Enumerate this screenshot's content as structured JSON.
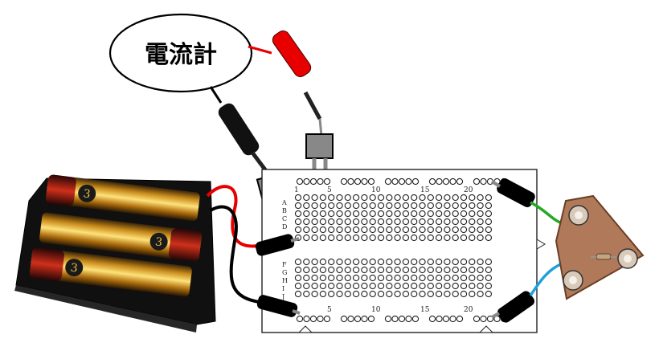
{
  "meter": {
    "label": "電流計"
  },
  "breadboard": {
    "row_labels_top": [
      "A",
      "B",
      "C",
      "D"
    ],
    "row_labels_bottom": [
      "F",
      "G",
      "H",
      "I",
      "J"
    ],
    "column_numbers": [
      "1",
      "5",
      "10",
      "15",
      "20"
    ]
  },
  "battery": {
    "cell_mark": "3"
  },
  "colors": {
    "red_wire": "#e60000",
    "black_wire": "#000000",
    "green_wire": "#22aa22",
    "blue_wire": "#1ea0e0",
    "board_outline": "#222222"
  }
}
